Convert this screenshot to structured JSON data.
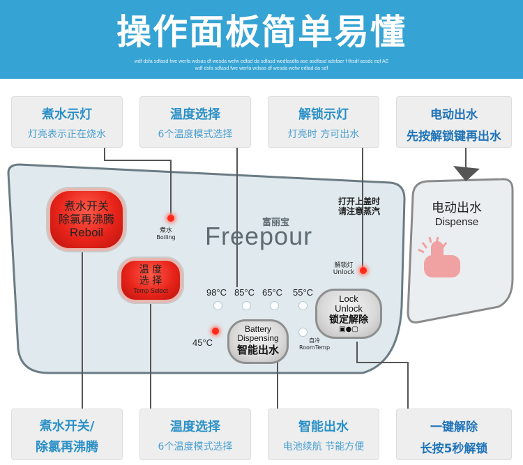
{
  "banner": {
    "title": "操作面板简单易懂",
    "subtitle_line1": "wdf dsfa sdfasd fwe werfa wdsas df wesda  wefw edfad da sdfasd wedfasdfa ase asdfasd adsfaer f thsdf assdc eqf AE",
    "subtitle_line2": "wdf dsfa sdfasd fwe werfa wdsas df wesda  wefw edfad da sdf"
  },
  "callouts_top": [
    {
      "title": "煮水示灯",
      "sub": "灯亮表示正在烧水"
    },
    {
      "title": "温度选择",
      "sub": "6个温度模式选择"
    },
    {
      "title": "解锁示灯",
      "sub": "灯亮时 方可出水"
    },
    {
      "title": "电动出水",
      "sub": "先按解锁键再出水"
    }
  ],
  "callouts_bottom": [
    {
      "title": "煮水开关/",
      "sub": "除氯再沸腾"
    },
    {
      "title": "温度选择",
      "sub": "6个温度模式选择"
    },
    {
      "title": "智能出水",
      "sub": "电池续航 节能方便"
    },
    {
      "title": "一键解除",
      "sub": "长按5秒解锁"
    }
  ],
  "panel": {
    "reboil_button": {
      "line1": "煮水开关",
      "line2": "除氯再沸腾",
      "line3": "Reboil"
    },
    "temp_button": {
      "line1": "温 度",
      "line2": "选 择",
      "line3": "Temp Select"
    },
    "boiling_label_cn": "煮水",
    "boiling_label_en": "Boiling",
    "brand": "Freepour",
    "brand_cn": "富丽宝",
    "lid_warning_line1": "打开上盖时",
    "lid_warning_line2": "请注意蒸汽",
    "unlock_label_cn": "解锁灯",
    "unlock_label_en": "Unlock",
    "temps": [
      "98°C",
      "85°C",
      "65°C",
      "55°C"
    ],
    "temp_low": "45°C",
    "dispense_button": {
      "line1": "Battery",
      "line2": "Dispensing",
      "line3": "智能出水"
    },
    "roomtemp_cn": "自冷",
    "roomtemp_en": "RoomTemp",
    "lock_button": {
      "line1": "Lock",
      "line2": "Unlock",
      "line3": "锁定解除"
    }
  },
  "dispense_panel": {
    "title": "电动出水",
    "sub": "Dispense"
  },
  "colors": {
    "banner": "#35a3d3",
    "panel_fill": "#dfe9ee",
    "accent_red": "#e8241a",
    "text_blue": "#2a90c7"
  }
}
